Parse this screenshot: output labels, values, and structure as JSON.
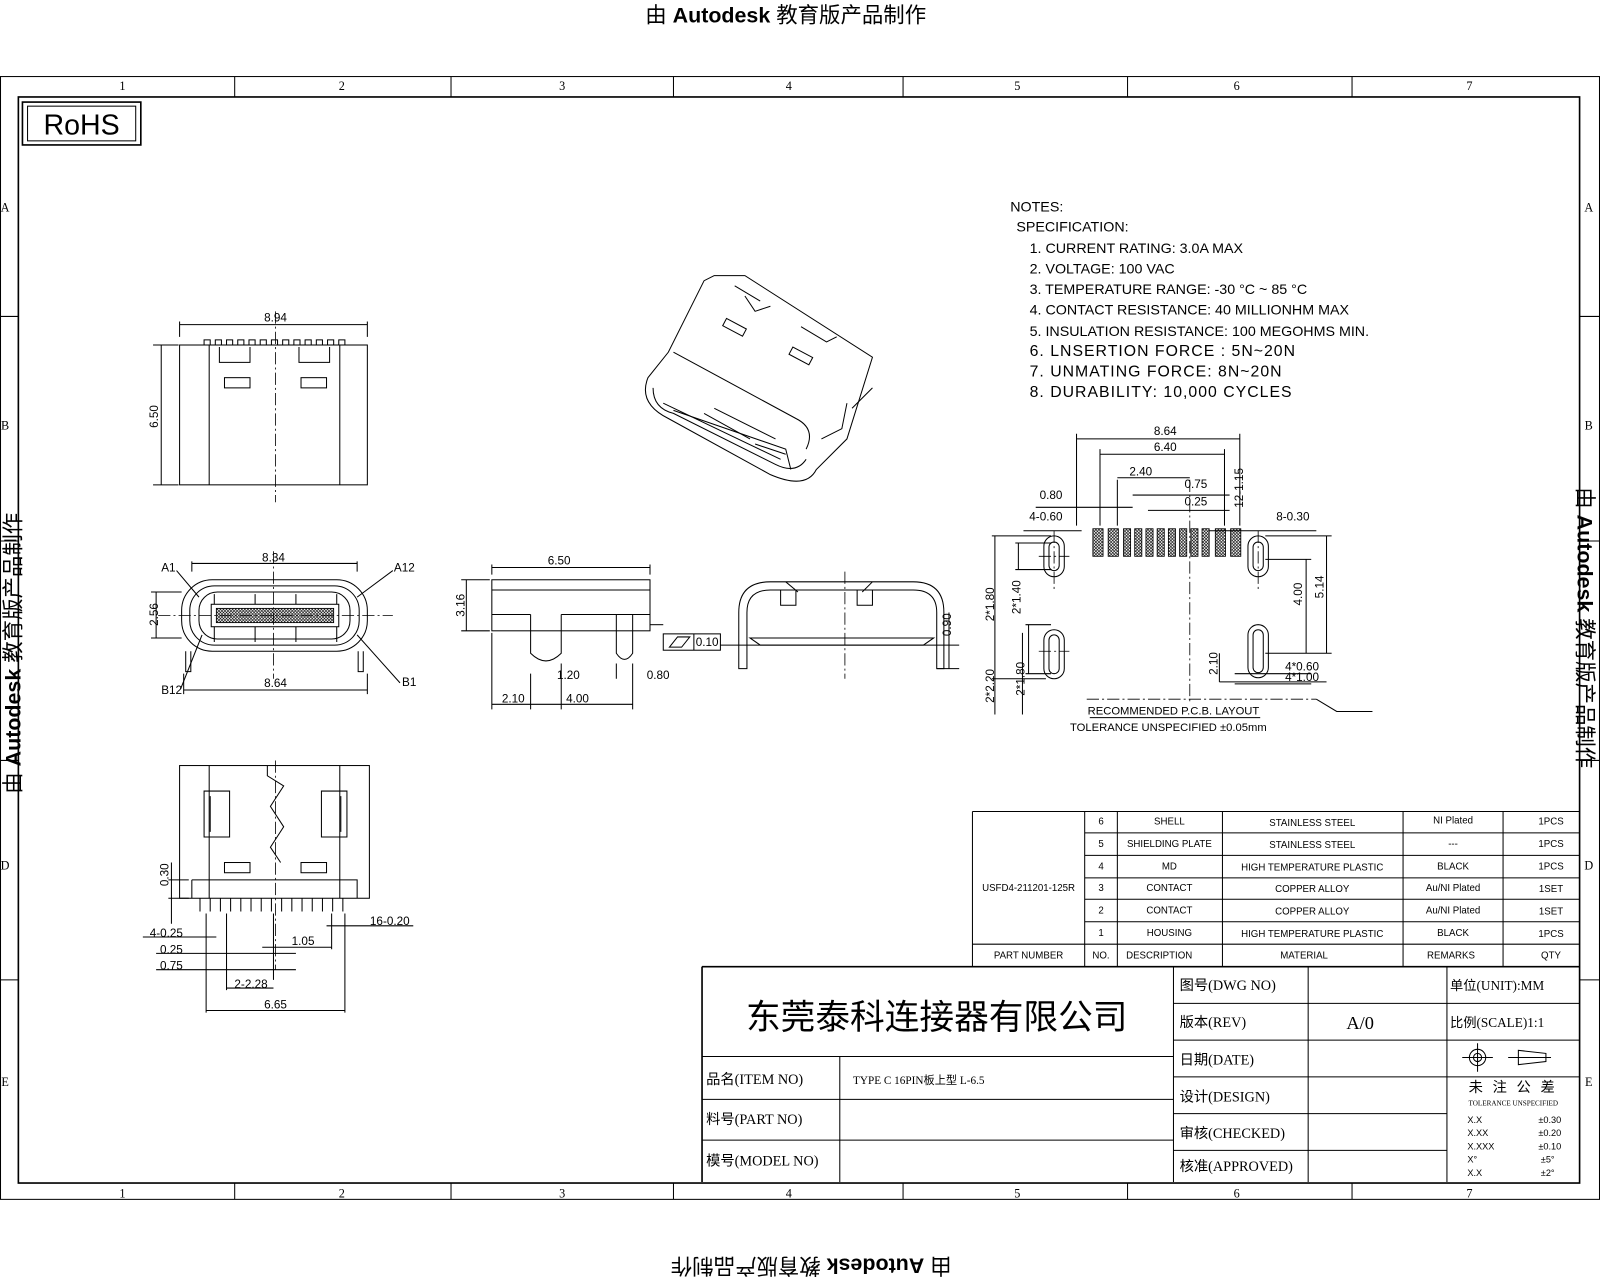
{
  "watermark": {
    "prefix": "由 ",
    "brand": "Autodesk",
    "suffix": " 教育版产品制作"
  },
  "zones": {
    "columns": [
      "1",
      "2",
      "3",
      "4",
      "5",
      "6",
      "7"
    ],
    "rows": [
      "A",
      "B",
      "D",
      "E"
    ]
  },
  "rohs": "RoHS",
  "notes": {
    "title": "NOTES:",
    "subtitle": "SPECIFICATION:",
    "items": [
      "1. CURRENT RATING: 3.0A MAX",
      "2. VOLTAGE: 100 VAC",
      "3. TEMPERATURE RANGE: -30 °C ~ 85 °C",
      "4. CONTACT RESISTANCE: 40 MILLIONHM MAX",
      "5. INSULATION RESISTANCE: 100 MEGOHMS MIN.",
      "6. LNSERTION FORCE : 5N~20N",
      "7. UNMATING FORCE: 8N~20N",
      "8. DURABILITY:   10,000 CYCLES"
    ]
  },
  "views": {
    "top": {
      "width": "8.94",
      "height": "6.50"
    },
    "front": {
      "top_width": "8.34",
      "bottom_width": "8.64",
      "height": "2.56",
      "label_a1": "A1",
      "label_a12": "A12",
      "label_b12": "B12",
      "label_b1": "B1"
    },
    "side": {
      "width": "6.50",
      "height": "3.16",
      "leg": "1.20",
      "leg2": "0.80",
      "offset": "2.10",
      "pitch": "4.00"
    },
    "rear": {
      "flatness": "0.10",
      "height": "0.90"
    },
    "bottom": {
      "standoff": "0.30",
      "pins_a": "4-0.25",
      "d1": "0.25",
      "d2": "0.75",
      "d3": "2-2.28",
      "width": "6.65",
      "pitch": "1.05",
      "pins_b": "16-0.20"
    },
    "pcb": {
      "w1": "8.64",
      "w2": "6.40",
      "w3": "2.40",
      "d075": "0.75",
      "d025": "0.25",
      "d080": "0.80",
      "holes_a": "4-0.60",
      "pads_b": "8-0.30",
      "pads_c": "12-1.15",
      "h1": "2*1.80",
      "h2": "2*1.40",
      "h3": "2*2.20",
      "h4": "2*1.80",
      "v1": "4.00",
      "v2": "5.14",
      "v3": "2.10",
      "s1": "4*0.60",
      "s2": "4*1.00",
      "title": "RECOMMENDED   P.C.B.  LAYOUT",
      "tolerance": "TOLERANCE  UNSPECIFIED  ±0.05mm"
    }
  },
  "bom": {
    "part_number": "USFD4-211201-125R",
    "headers": [
      "PART NUMBER",
      "NO.",
      "DESCRIPTION",
      "MATERIAL",
      "REMARKS",
      "QTY"
    ],
    "rows": [
      {
        "no": "6",
        "desc": "SHELL",
        "material": "STAINLESS STEEL",
        "remarks": "NI Plated",
        "qty": "1PCS"
      },
      {
        "no": "5",
        "desc": "SHIELDING PLATE",
        "material": "STAINLESS STEEL",
        "remarks": "---",
        "qty": "1PCS"
      },
      {
        "no": "4",
        "desc": "MD",
        "material": "HIGH TEMPERATURE PLASTIC",
        "remarks": "BLACK",
        "qty": "1PCS"
      },
      {
        "no": "3",
        "desc": "CONTACT",
        "material": "COPPER ALLOY",
        "remarks": "Au/NI Plated",
        "qty": "1SET"
      },
      {
        "no": "2",
        "desc": "CONTACT",
        "material": "COPPER ALLOY",
        "remarks": "Au/NI Plated",
        "qty": "1SET"
      },
      {
        "no": "1",
        "desc": "HOUSING",
        "material": "HIGH TEMPERATURE PLASTIC",
        "remarks": "BLACK",
        "qty": "1PCS"
      }
    ]
  },
  "title_block": {
    "company": "东莞泰科连接器有限公司",
    "item_label": "品名(ITEM NO)",
    "item_value": "TYPE C 16PIN板上型 L-6.5",
    "part_label": "料号(PART NO)",
    "model_label": "模号(MODEL NO)",
    "dwg_label": "图号(DWG NO)",
    "rev_label": "版本(REV)",
    "rev_value": "A/0",
    "date_label": "日期(DATE)",
    "design_label": "设计(DESIGN)",
    "checked_label": "审核(CHECKED)",
    "approved_label": "核准(APPROVED)",
    "unit": "单位(UNIT):MM",
    "scale": "比例(SCALE)1:1",
    "tol_title": "未 注 公 差",
    "tol_sub": "TOLERANCE UNSPECIFIED",
    "tolerances": [
      {
        "k": "X.X",
        "v": "±0.30"
      },
      {
        "k": "X.XX",
        "v": "±0.20"
      },
      {
        "k": "X.XXX",
        "v": "±0.10"
      },
      {
        "k": "X°",
        "v": "±5°"
      },
      {
        "k": "X.X",
        "v": "±2°"
      }
    ]
  }
}
